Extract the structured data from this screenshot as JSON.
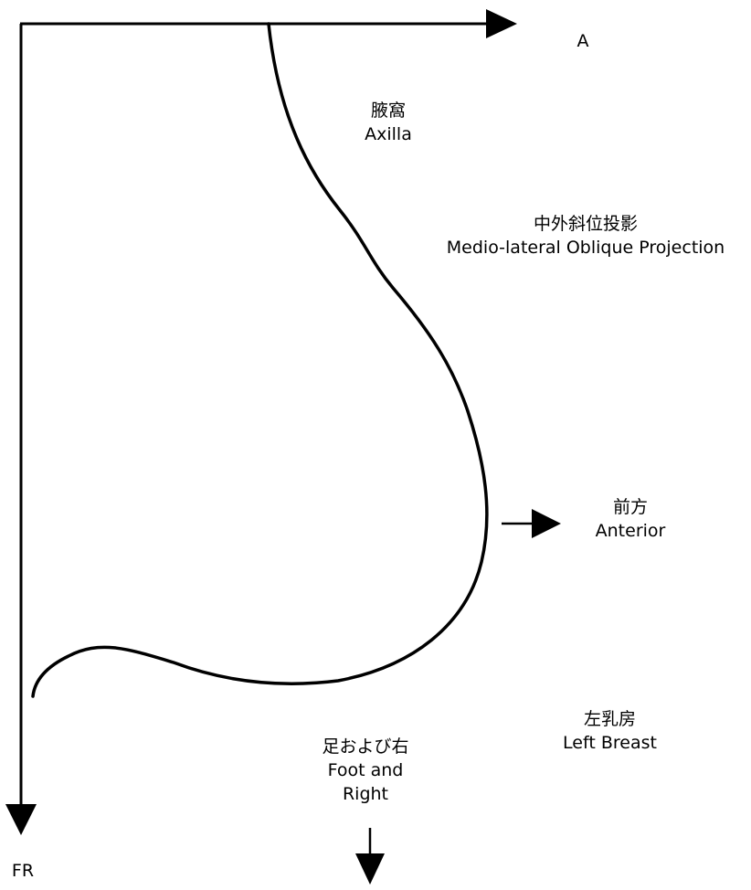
{
  "labels": {
    "top_axis": "A",
    "left_axis": "FR",
    "axilla_ja": "腋窩",
    "axilla_en": "Axilla",
    "projection_ja": "中外斜位投影",
    "projection_en": "Medio-lateral Oblique Projection",
    "anterior_ja": "前方",
    "anterior_en": "Anterior",
    "left_breast_ja": "左乳房",
    "left_breast_en": "Left Breast",
    "foot_right_ja": "足および右",
    "foot_right_en_1": "Foot and",
    "foot_right_en_2": "Right"
  },
  "colors": {
    "line": "#000000",
    "background": "#ffffff"
  }
}
